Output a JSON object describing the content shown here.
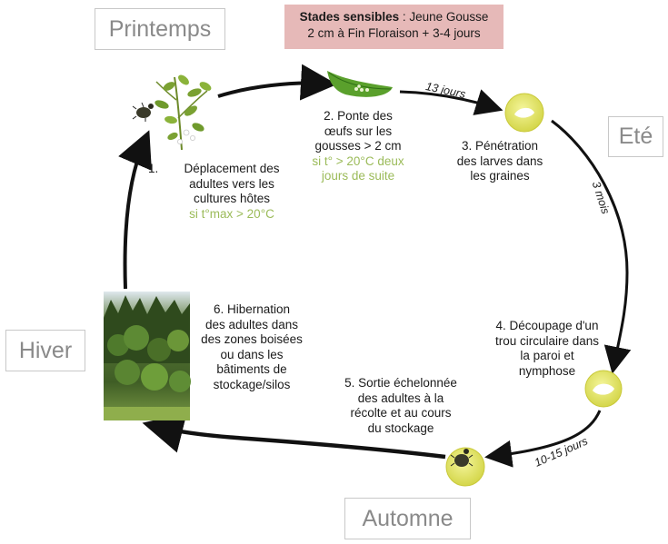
{
  "seasons": {
    "spring": "Printemps",
    "summer": "Eté",
    "autumn": "Automne",
    "winter": "Hiver"
  },
  "stages_box": {
    "bold": "Stades sensibles",
    "line1_rest": " : Jeune Gousse",
    "line2": "2 cm à Fin Floraison + 3-4 jours"
  },
  "steps": {
    "s1": {
      "number": "1.",
      "lines": [
        "Déplacement des",
        "adultes vers les",
        "cultures hôtes"
      ],
      "condition": "si t°max > 20°C"
    },
    "s2": {
      "lines": [
        "2. Ponte des",
        "œufs sur les",
        "gousses > 2 cm"
      ],
      "condition": [
        "si t° > 20°C deux",
        "jours de suite"
      ]
    },
    "s3": {
      "lines": [
        "3. Pénétration",
        "des larves dans",
        "les graines"
      ]
    },
    "s4": {
      "lines": [
        "4. Découpage d'un",
        "trou circulaire dans",
        "la paroi et",
        "nymphose"
      ]
    },
    "s5": {
      "lines": [
        "5. Sortie échelonnée",
        "des adultes à la",
        "récolte et au cours",
        "du stockage"
      ]
    },
    "s6": {
      "lines": [
        "6. Hibernation",
        "des adultes dans",
        "des zones boisées",
        "ou dans les",
        "bâtiments de",
        "stockage/silos"
      ]
    }
  },
  "durations": {
    "d1": "13 jours",
    "d2": "3 mois",
    "d3": "10-15 jours"
  },
  "colors": {
    "condition_green": "#9bbb59",
    "stage_box_bg": "#e6b9b8",
    "season_text": "#8a8a8a",
    "arrow": "#111111"
  }
}
